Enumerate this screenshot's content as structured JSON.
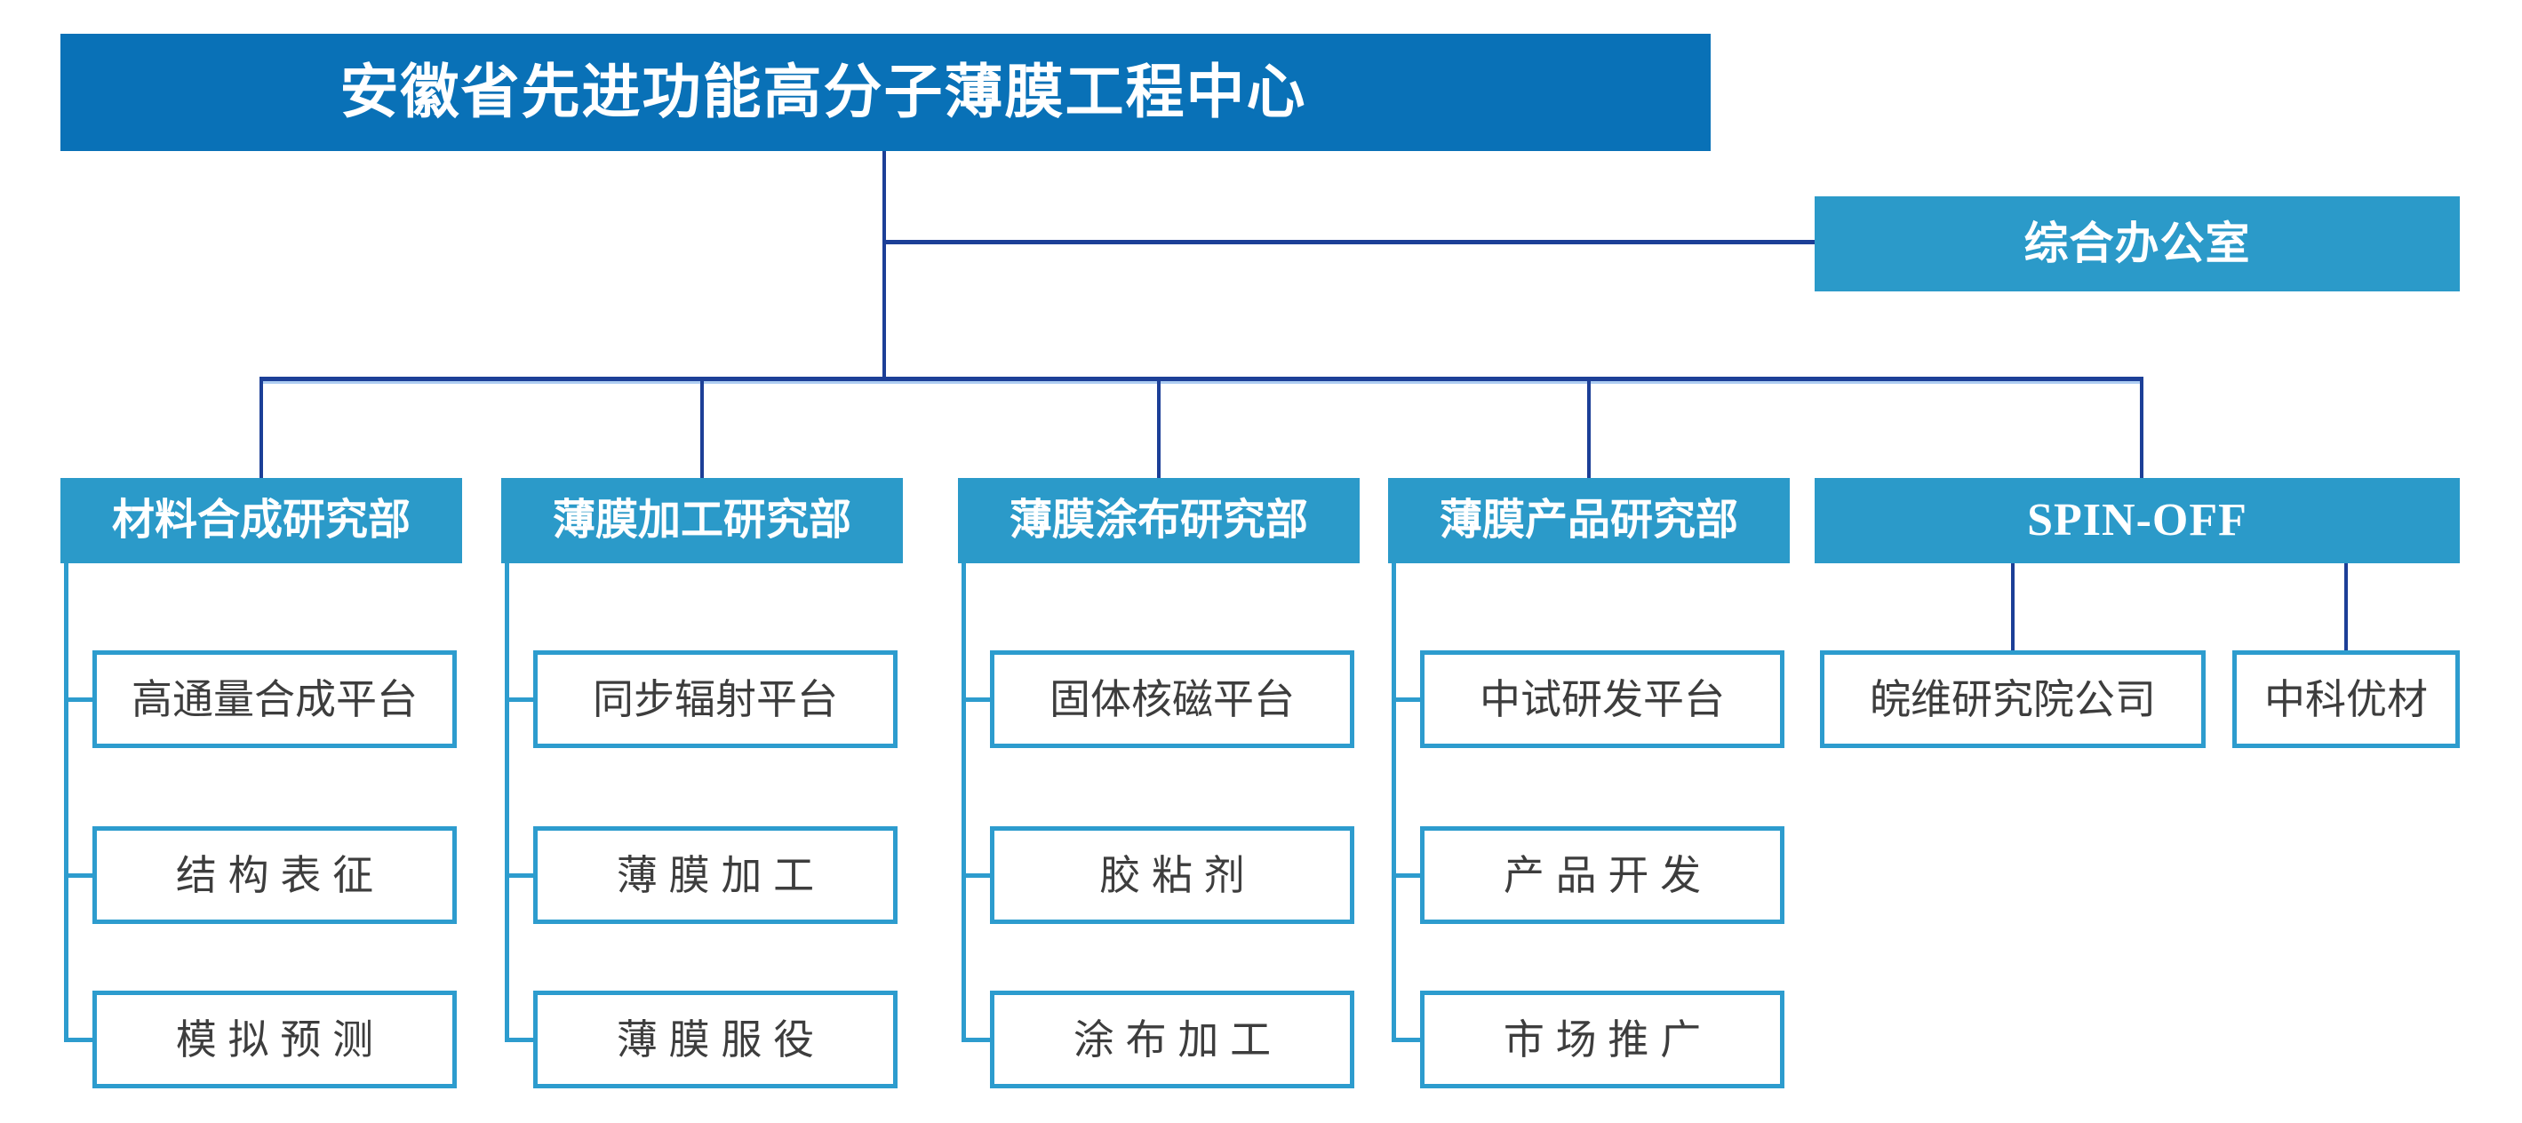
{
  "colors": {
    "title_fill": "#0971b7",
    "header_fill": "#2b9ac9",
    "box_border": "#2d9cce",
    "connector": "#1c3f97",
    "connector_light": "#aecdf2",
    "box_text": "#3d3d3d",
    "header_text": "#ffffff"
  },
  "root": {
    "title": "安徽省先进功能高分子薄膜工程中心"
  },
  "office": {
    "label": "综合办公室"
  },
  "departments": [
    {
      "label": "材料合成研究部",
      "children": [
        "高通量合成平台",
        "结 构 表 征",
        "模 拟 预 测"
      ]
    },
    {
      "label": "薄膜加工研究部",
      "children": [
        "同步辐射平台",
        "薄 膜 加 工",
        "薄 膜 服 役"
      ]
    },
    {
      "label": "薄膜涂布研究部",
      "children": [
        "固体核磁平台",
        "胶 粘 剂",
        "涂 布 加 工"
      ]
    },
    {
      "label": "薄膜产品研究部",
      "children": [
        "中试研发平台",
        "产 品 开 发",
        "市 场 推 广"
      ]
    },
    {
      "label": "SPIN-OFF",
      "children": [
        "皖维研究院公司",
        "中科优材"
      ]
    }
  ]
}
